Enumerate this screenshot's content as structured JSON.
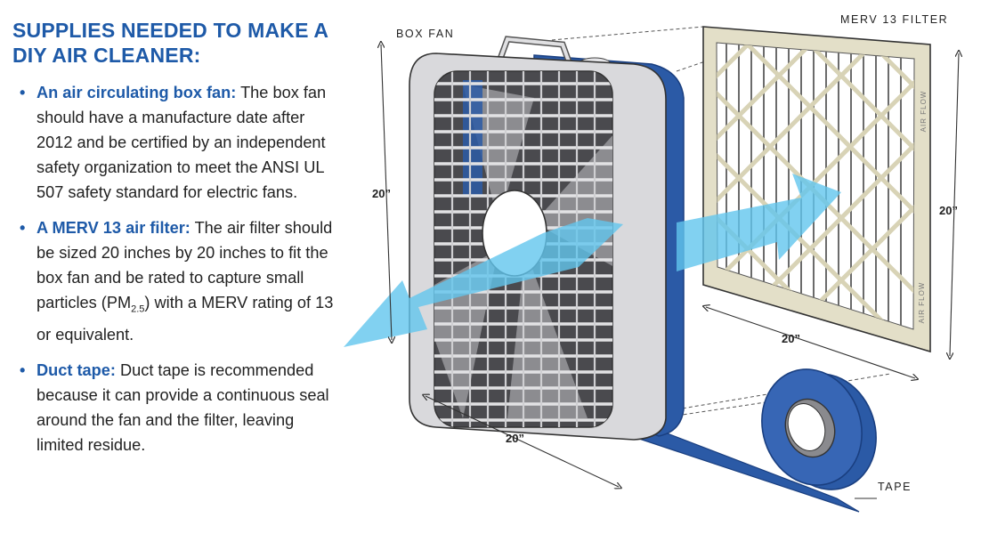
{
  "heading": "SUPPLIES NEEDED TO MAKE A DIY AIR CLEANER:",
  "items": [
    {
      "lead": "An air circulating box fan:",
      "text": " The box fan should have a manufacture date after 2012 and be certified by an independent safety organization to meet the ANSI UL 507 safety standard for electric fans."
    },
    {
      "lead": "A MERV 13 air filter:",
      "text_before": " The air filter should be sized 20 inches by 20 inches to fit the box fan and be rated to capture small particles (PM",
      "subscript": "2.5",
      "text_after": ") with a MERV rating of 13 or equivalent."
    },
    {
      "lead": "Duct tape:",
      "text": " Duct tape is recommended because it can provide a continuous seal around the fan and the filter, leaving limited residue."
    }
  ],
  "diagram": {
    "box_fan_label": "BOX FAN",
    "filter_label": "MERV 13 FILTER",
    "tape_label": "TAPE",
    "fan_height": "20”",
    "fan_width": "20”",
    "filter_height": "20”",
    "filter_width": "20”",
    "airflow_text": "AIR FLOW",
    "colors": {
      "heading_blue": "#1e5aa8",
      "fan_blue": "#2b5aa6",
      "fan_grey": "#d9d9dc",
      "grille_dark": "#3a3a3d",
      "filter_frame": "#e3dfc8",
      "airflow_cyan": "#62c6ee"
    }
  }
}
